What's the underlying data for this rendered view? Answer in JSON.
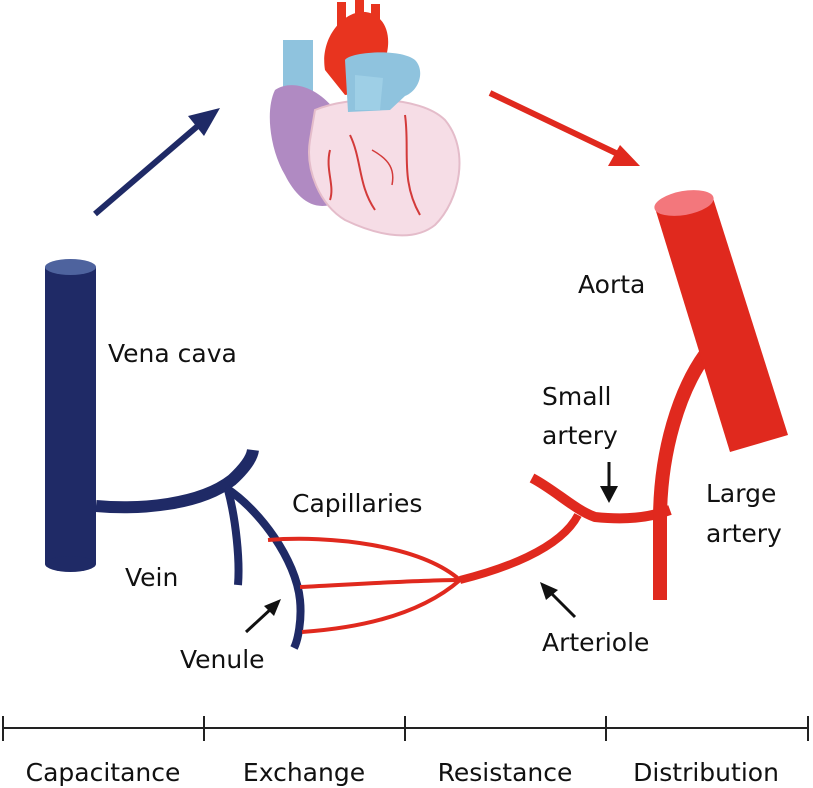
{
  "labels": {
    "aorta": "Aorta",
    "vena_cava": "Vena cava",
    "small_artery_line1": "Small",
    "small_artery_line2": "artery",
    "large_artery_line1": "Large",
    "large_artery_line2": "artery",
    "capillaries": "Capillaries",
    "vein": "Vein",
    "venule": "Venule",
    "arteriole": "Arteriole"
  },
  "sections": [
    "Capacitance",
    "Exchange",
    "Resistance",
    "Distribution"
  ],
  "colors": {
    "venous": "#1f2a66",
    "arterial": "#e0291e",
    "arrow_black": "#111111",
    "heart_body": "#f6dde6",
    "heart_atrium": "#b08ac2",
    "heart_vessels_blue": "#8fc3de",
    "heart_vessels_red": "#e8341f"
  }
}
